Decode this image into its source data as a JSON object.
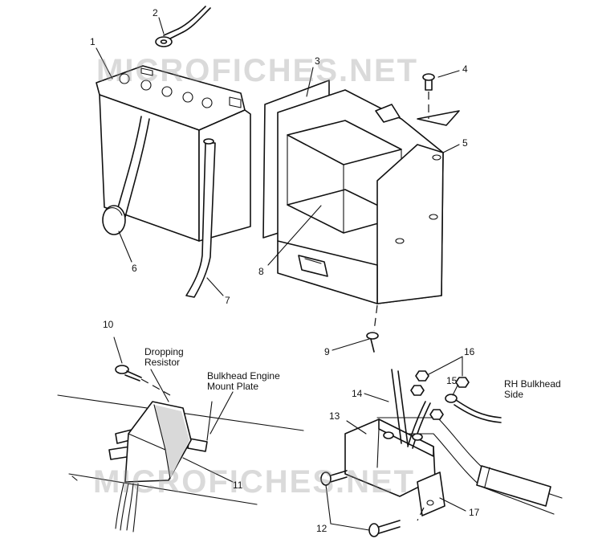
{
  "callouts": {
    "n1": "1",
    "n2": "2",
    "n3": "3",
    "n4": "4",
    "n5": "5",
    "n6": "6",
    "n7": "7",
    "n8": "8",
    "n9": "9",
    "n10": "10",
    "n11": "11",
    "n12": "12",
    "n13": "13",
    "n14": "14",
    "n15": "15",
    "n16": "16",
    "n17": "17"
  },
  "labels": {
    "dropping_resistor": "Dropping\nResistor",
    "bulkhead_plate": "Bulkhead Engine\nMount Plate",
    "rh_bulkhead": "RH Bulkhead\nSide"
  },
  "watermark": {
    "top": "MICROFICHES.NET",
    "bottom": "MICROFICHES.NET"
  }
}
